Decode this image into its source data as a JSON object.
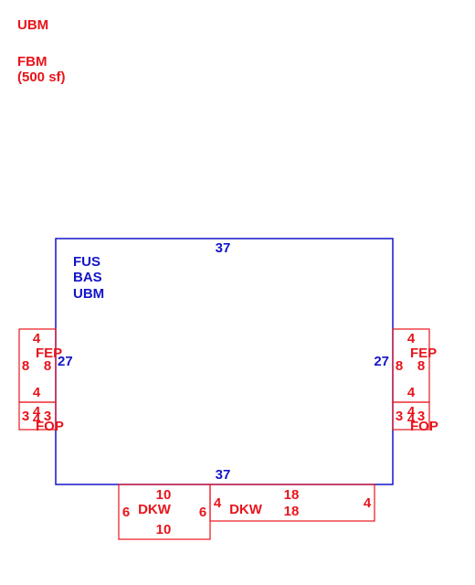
{
  "legend": {
    "line1": "UBM",
    "line2": "FBM",
    "line3": "(500 sf)"
  },
  "colors": {
    "main_structure": "#1414c8",
    "additions": "#e8141c",
    "background": "#ffffff"
  },
  "main": {
    "top_dim": "37",
    "bottom_dim": "37",
    "left_dim": "27",
    "right_dim": "27",
    "label1": "FUS",
    "label2": "BAS",
    "label3": "UBM"
  },
  "fep_left": {
    "label": "FEP",
    "top": "4",
    "bottom": "4",
    "left": "8",
    "right": "8"
  },
  "fep_right": {
    "label": "FEP",
    "top": "4",
    "bottom": "4",
    "left": "8",
    "right": "8"
  },
  "fop_left": {
    "label": "FOP",
    "top": "4",
    "bottom": "4",
    "left": "3",
    "right": "3"
  },
  "fop_right": {
    "label": "FOP",
    "top": "4",
    "bottom": "4",
    "left": "3",
    "right": "3"
  },
  "dkw_left": {
    "label": "DKW",
    "top": "10",
    "bottom": "10",
    "left": "6",
    "right": "6"
  },
  "dkw_right": {
    "label": "DKW",
    "top": "18",
    "bottom": "18",
    "left": "4",
    "right": "4"
  }
}
